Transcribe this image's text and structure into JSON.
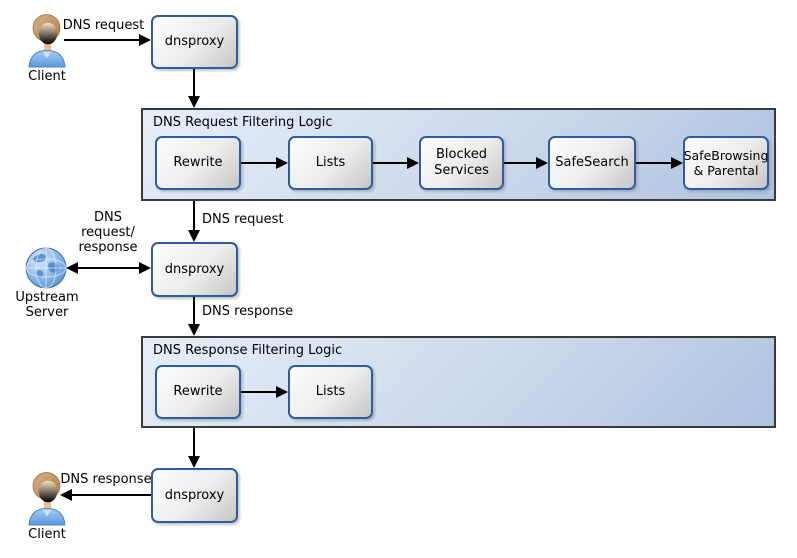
{
  "nodes": {
    "client_top": {
      "label": "Client",
      "icon": "person-icon"
    },
    "dnsproxy_top": {
      "label": "dnsproxy"
    },
    "dnsproxy_mid": {
      "label": "dnsproxy"
    },
    "dnsproxy_bottom": {
      "label": "dnsproxy"
    },
    "upstream_server": {
      "label": "Upstream Server",
      "icon": "globe-icon"
    },
    "client_bottom": {
      "label": "Client",
      "icon": "person-icon"
    }
  },
  "containers": [
    {
      "title": "DNS Request Filtering Logic",
      "boxes": [
        {
          "label": "Rewrite"
        },
        {
          "label": "Lists"
        },
        {
          "label": "Blocked Services"
        },
        {
          "label": "SafeSearch"
        },
        {
          "label": "SafeBrowsing & Parental"
        }
      ]
    },
    {
      "title": "DNS Response Filtering Logic",
      "boxes": [
        {
          "label": "Rewrite"
        },
        {
          "label": "Lists"
        }
      ]
    }
  ],
  "edges": {
    "client_to_dnsproxy": {
      "label": "DNS request"
    },
    "filtered_request": {
      "label": "DNS request"
    },
    "upstream_exchange": {
      "lines": [
        "DNS",
        "request/",
        "response"
      ]
    },
    "proxy_response": {
      "label": "DNS response"
    },
    "response_to_client": {
      "label": "DNS response"
    }
  },
  "colors": {
    "node_border": "#2e5c9e",
    "node_fill_light": "#fdfdfd",
    "node_fill_dark": "#c6c6c6",
    "container_fill_light": "#e6eef8",
    "container_fill_dark": "#aec3e0",
    "container_border": "#3a3a3a",
    "arrow": "#000000",
    "background": "#ffffff"
  }
}
